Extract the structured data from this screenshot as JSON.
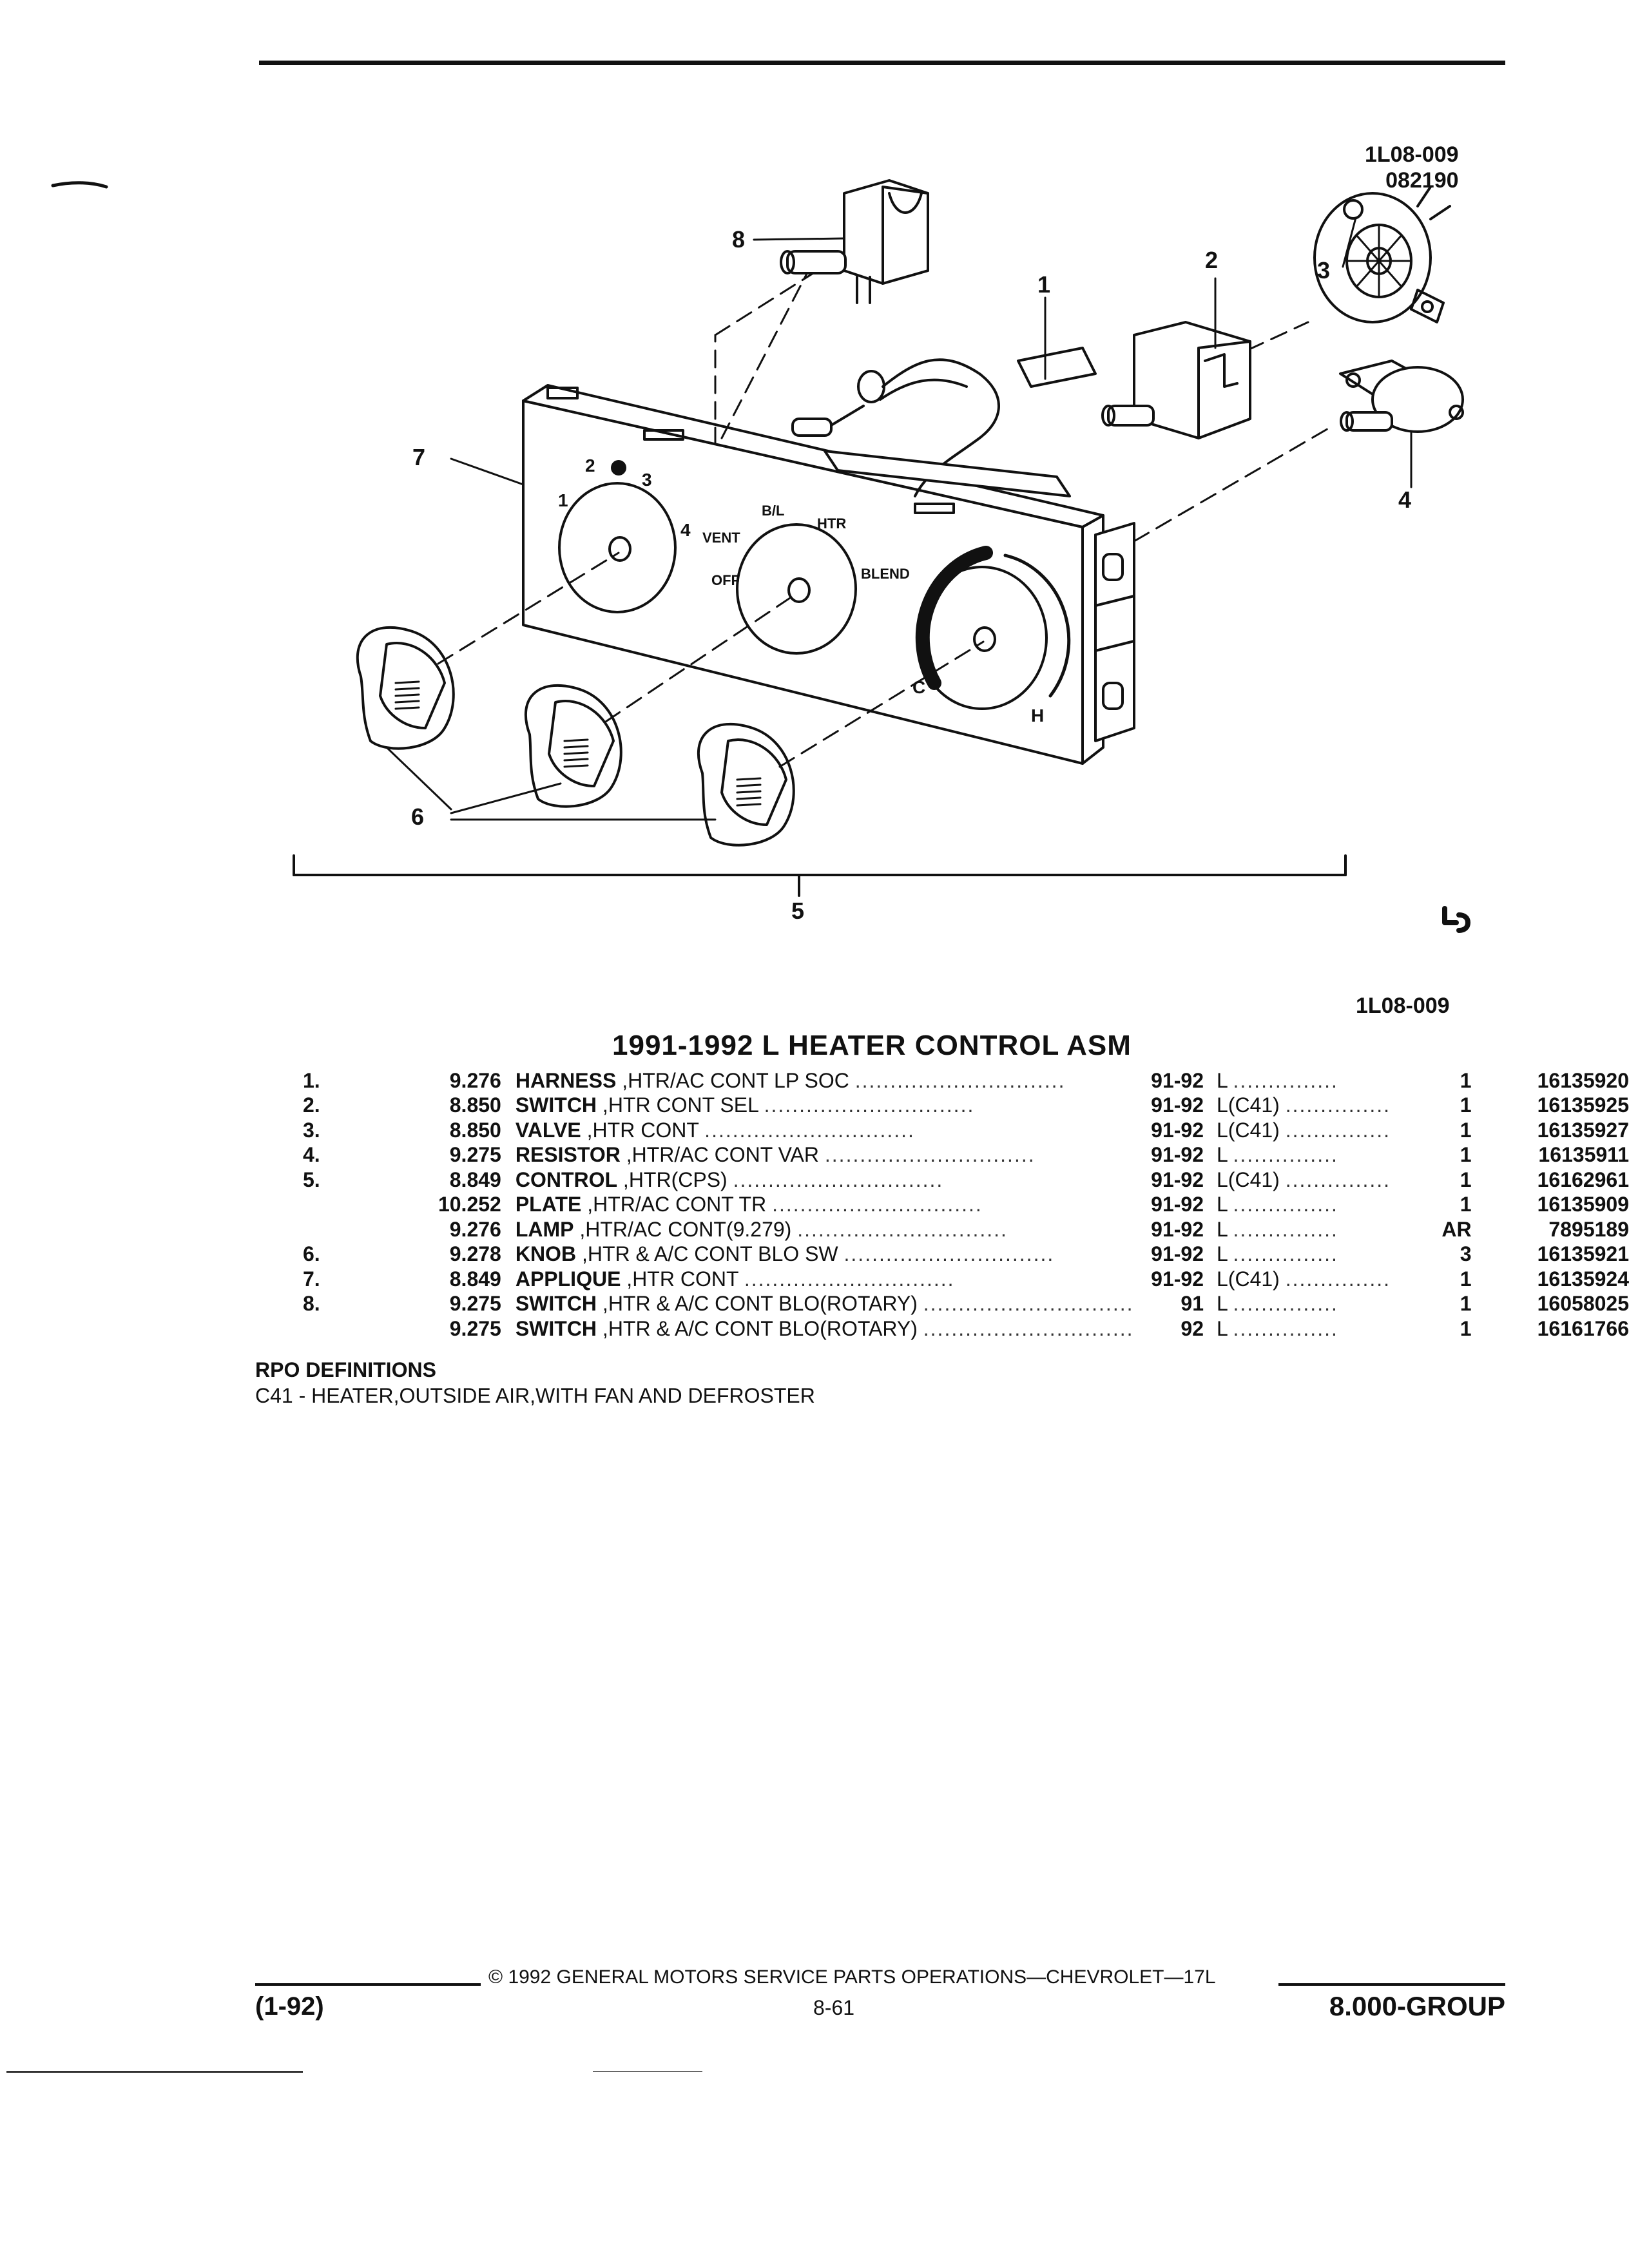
{
  "figure": {
    "code_top": "1L08-009",
    "date_code": "082190",
    "code_bottom": "1L08-009",
    "callouts": [
      "1",
      "2",
      "3",
      "4",
      "5",
      "6",
      "7",
      "8"
    ],
    "panel_markings": {
      "fan": [
        "1",
        "2",
        "3",
        "4"
      ],
      "mode": [
        "VENT",
        "B/L",
        "HTR",
        "BLEND",
        "OFF"
      ],
      "temp": [
        "C",
        "H"
      ]
    }
  },
  "title": "1991-1992 L HEATER CONTROL ASM",
  "parts": [
    {
      "idx": "1.",
      "group": "9.276",
      "name": "HARNESS",
      "desc": ",HTR/AC CONT LP SOC",
      "years": "91-92",
      "series": "L",
      "qty": "1",
      "part": "16135920"
    },
    {
      "idx": "2.",
      "group": "8.850",
      "name": "SWITCH",
      "desc": ",HTR CONT SEL",
      "years": "91-92",
      "series": "L(C41)",
      "qty": "1",
      "part": "16135925"
    },
    {
      "idx": "3.",
      "group": "8.850",
      "name": "VALVE",
      "desc": ",HTR CONT",
      "years": "91-92",
      "series": "L(C41)",
      "qty": "1",
      "part": "16135927"
    },
    {
      "idx": "4.",
      "group": "9.275",
      "name": "RESISTOR",
      "desc": ",HTR/AC CONT VAR",
      "years": "91-92",
      "series": "L",
      "qty": "1",
      "part": "16135911"
    },
    {
      "idx": "5.",
      "group": "8.849",
      "name": "CONTROL",
      "desc": ",HTR(CPS)",
      "years": "91-92",
      "series": "L(C41)",
      "qty": "1",
      "part": "16162961"
    },
    {
      "idx": "",
      "group": "10.252",
      "name": "PLATE",
      "desc": ",HTR/AC CONT TR",
      "years": "91-92",
      "series": "L",
      "qty": "1",
      "part": "16135909"
    },
    {
      "idx": "",
      "group": "9.276",
      "name": "LAMP",
      "desc": ",HTR/AC CONT(9.279)",
      "years": "91-92",
      "series": "L",
      "qty": "AR",
      "part": "7895189"
    },
    {
      "idx": "6.",
      "group": "9.278",
      "name": "KNOB",
      "desc": ",HTR & A/C CONT BLO SW",
      "years": "91-92",
      "series": "L",
      "qty": "3",
      "part": "16135921"
    },
    {
      "idx": "7.",
      "group": "8.849",
      "name": "APPLIQUE",
      "desc": ",HTR CONT",
      "years": "91-92",
      "series": "L(C41)",
      "qty": "1",
      "part": "16135924"
    },
    {
      "idx": "8.",
      "group": "9.275",
      "name": "SWITCH",
      "desc": ",HTR & A/C CONT BLO(ROTARY)",
      "years": "91",
      "series": "L",
      "qty": "1",
      "part": "16058025"
    },
    {
      "idx": "",
      "group": "9.275",
      "name": "SWITCH",
      "desc": ",HTR & A/C CONT BLO(ROTARY)",
      "years": "92",
      "series": "L",
      "qty": "1",
      "part": "16161766"
    }
  ],
  "rpo": {
    "heading": "RPO DEFINITIONS",
    "definition": "C41 - HEATER,OUTSIDE AIR,WITH FAN AND DEFROSTER"
  },
  "footer": {
    "copyright": "© 1992 GENERAL MOTORS SERVICE PARTS OPERATIONS—CHEVROLET—17L",
    "revision": "(1-92)",
    "page": "8-61",
    "group": "8.000-GROUP"
  }
}
